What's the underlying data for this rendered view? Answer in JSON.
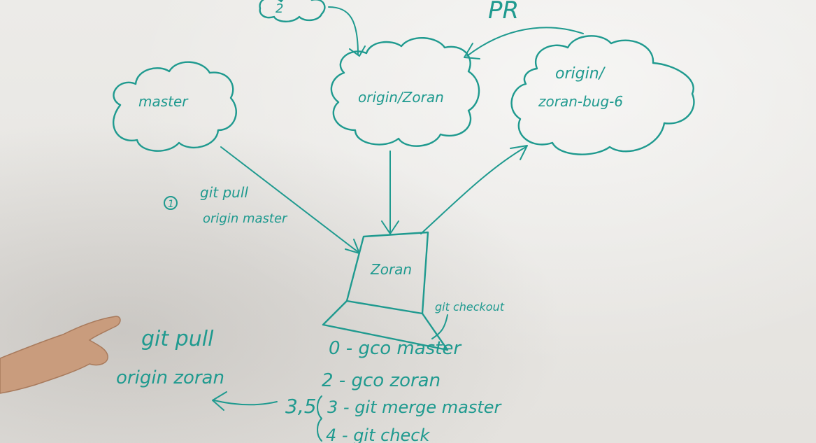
{
  "whiteboard": {
    "top_cloud_partial": "2",
    "pr_label": "PR",
    "clouds": {
      "master": "master",
      "origin_zoran": "origin/Zoran",
      "origin_bug_line1": "origin/",
      "origin_bug_line2": "zoran-bug-6"
    },
    "local_branch": "Zoran",
    "step1_marker": "1",
    "step1_line1": "git pull",
    "step1_line2": "origin master",
    "checkout_label": "git checkout",
    "pull_line1": "git pull",
    "pull_line2": "origin zoran",
    "steps": [
      "0 - gco master",
      "2 - gco zoran",
      "3 - git merge master",
      "4 - git check"
    ],
    "step_bracket_label": "3,5"
  },
  "colors": {
    "ink": "#1f9a8f",
    "board": "#e9e7e3"
  }
}
